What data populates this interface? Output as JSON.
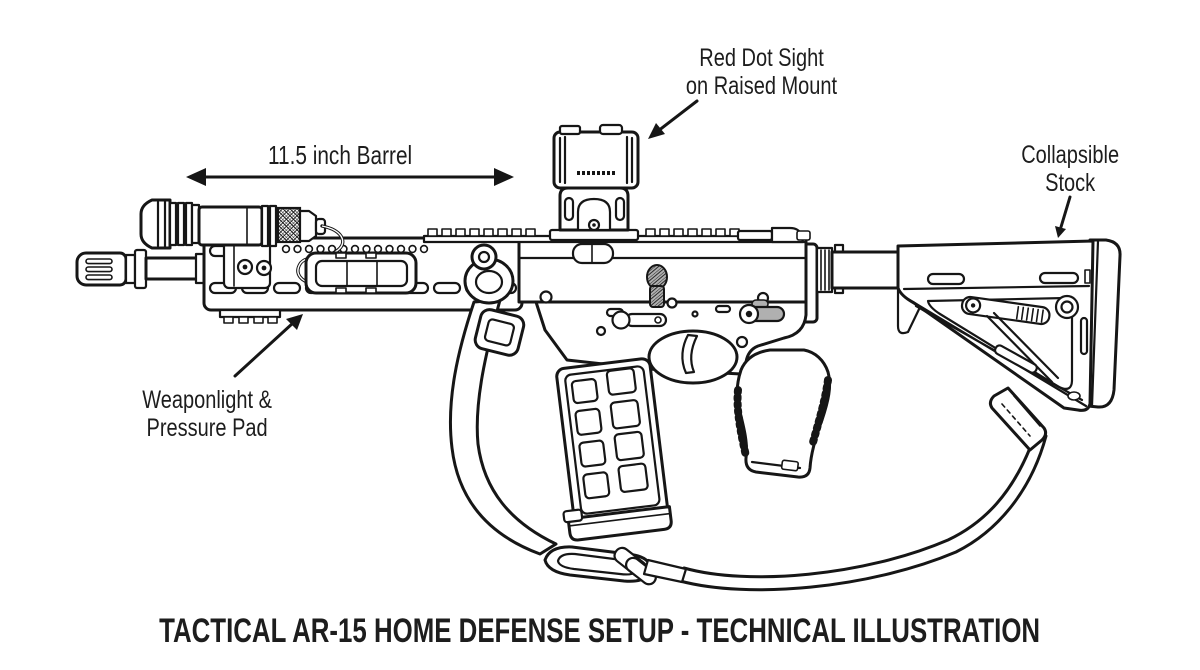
{
  "title": {
    "text": "TACTICAL AR-15 HOME DEFENSE SETUP - TECHNICAL ILLUSTRATION"
  },
  "labels": {
    "red_dot_sight": {
      "line1": "Red Dot Sight",
      "line2": "on Raised Mount"
    },
    "barrel_length": {
      "text": "11.5 inch Barrel"
    },
    "collapsible_stock": {
      "line1": "Collapsible",
      "line2": "Stock"
    },
    "weaponlight": {
      "line1": "Weaponlight &",
      "line2": "Pressure Pad"
    }
  },
  "colors": {
    "line": "#161616",
    "text": "#1d1d1d",
    "background": "#ffffff",
    "shaded_part": "#b0b0b0"
  }
}
